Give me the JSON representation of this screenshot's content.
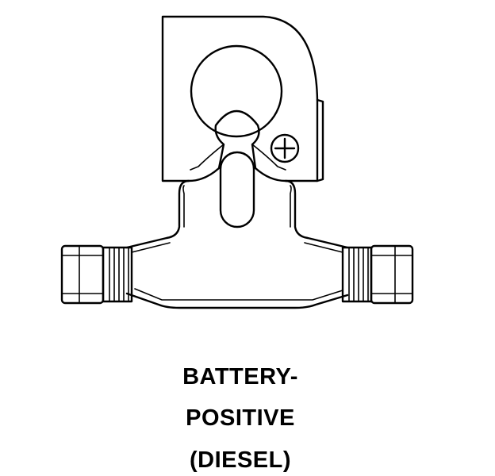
{
  "caption": {
    "line1": "BATTERY-",
    "line2": "POSITIVE",
    "line3": "(DIESEL)"
  },
  "colors": {
    "line": "#000000",
    "background": "#ffffff"
  },
  "icons": {
    "terminal_symbol": "plus-in-circle-icon"
  }
}
